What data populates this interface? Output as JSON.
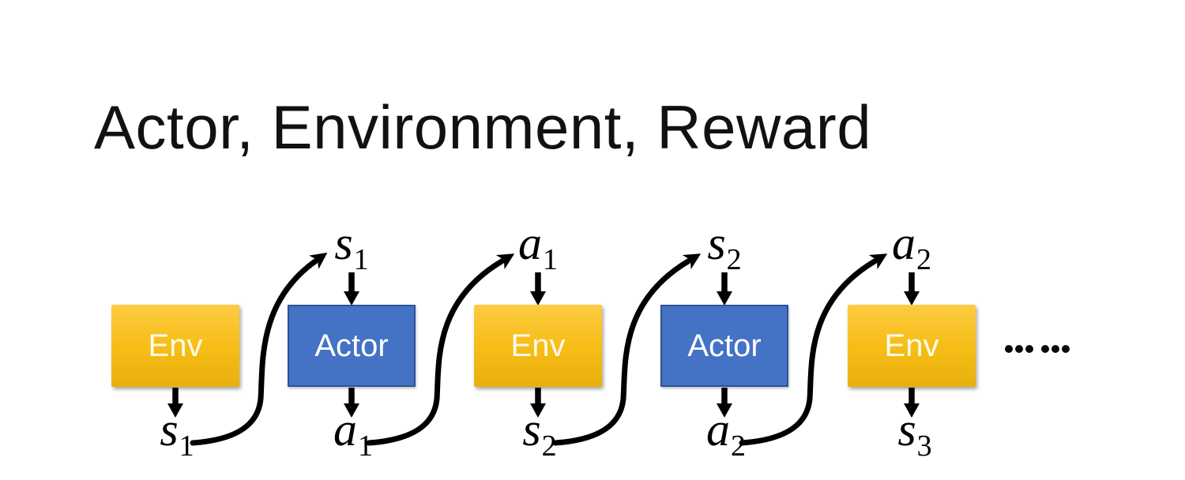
{
  "slide": {
    "title": "Actor, Environment, Reward"
  },
  "diagram": {
    "boxes": [
      {
        "label": "Env",
        "kind": "env"
      },
      {
        "label": "Actor",
        "kind": "actor"
      },
      {
        "label": "Env",
        "kind": "env"
      },
      {
        "label": "Actor",
        "kind": "actor"
      },
      {
        "label": "Env",
        "kind": "env"
      }
    ],
    "top_labels": [
      {
        "base": "s",
        "sub": "1"
      },
      {
        "base": "a",
        "sub": "1"
      },
      {
        "base": "s",
        "sub": "2"
      },
      {
        "base": "a",
        "sub": "2"
      }
    ],
    "bottom_labels": [
      {
        "base": "s",
        "sub": "1"
      },
      {
        "base": "a",
        "sub": "1"
      },
      {
        "base": "s",
        "sub": "2"
      },
      {
        "base": "a",
        "sub": "2"
      },
      {
        "base": "s",
        "sub": "3"
      }
    ],
    "ellipsis_dot_count": 6
  },
  "colors": {
    "env_gradient_top": "#FCCB42",
    "env_gradient_bottom": "#E9AF0D",
    "env_text": "#FFFBEA",
    "actor_fill": "#4472C4",
    "actor_border": "#2E5395",
    "actor_text": "#FFFFFF",
    "arrow": "#000000",
    "title_text": "#111111",
    "background": "#FFFFFF"
  }
}
